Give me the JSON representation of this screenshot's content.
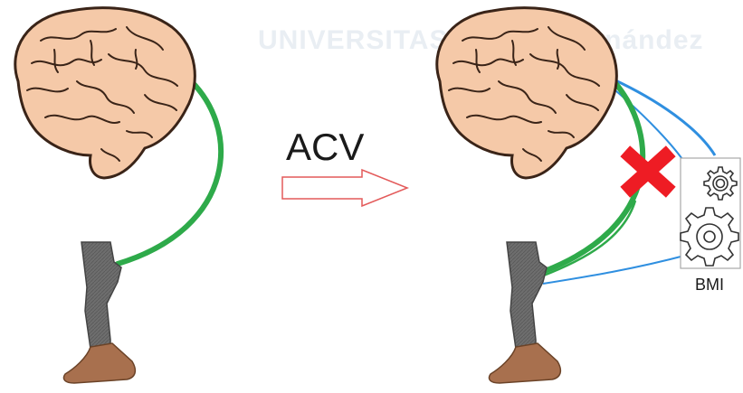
{
  "watermark": "UNIVERSITAS Miguel Hernández",
  "arrow_label": "ACV",
  "interface_label": "BMI",
  "colors": {
    "brain_fill": "#f5c9a8",
    "brain_outline": "#3a2418",
    "neural_pathway": "#2eaa4a",
    "bmi_pathway": "#2f8fe0",
    "leg": "#6e6e6e",
    "foot": "#a8704e",
    "arrow_outline": "#e35a5a",
    "lesion_cross": "#ee1c24",
    "watermark": "#e9eef3"
  },
  "icons": {
    "left_brain": "brain-icon",
    "right_brain": "brain-icon",
    "left_leg": "leg-icon",
    "right_leg": "leg-icon",
    "lesion": "red-x-icon",
    "gears": "gear-icon"
  }
}
